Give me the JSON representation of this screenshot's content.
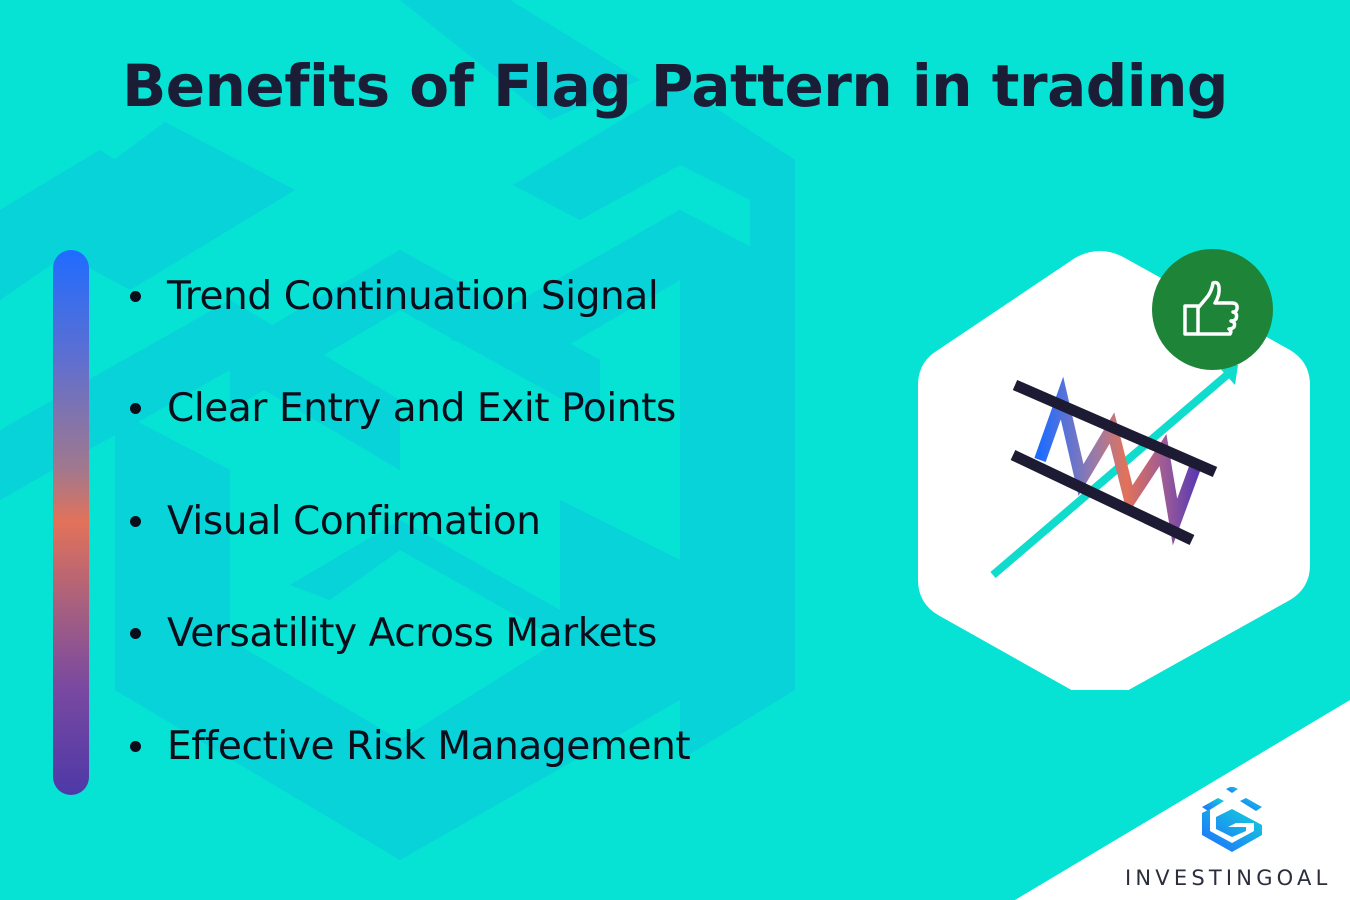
{
  "title": "Benefits of Flag Pattern in trading",
  "benefits": [
    {
      "label": "Trend Continuation Signal"
    },
    {
      "label": "Clear Entry and Exit Points"
    },
    {
      "label": "Visual Confirmation"
    },
    {
      "label": "Versatility Across Markets"
    },
    {
      "label": "Effective Risk Management"
    }
  ],
  "illustration": {
    "icons": [
      "flag-pattern-chart-icon",
      "uptrend-arrow-icon",
      "thumbs-up-icon"
    ]
  },
  "brand": {
    "name": "INVESTINGOAL",
    "logo_icon": "investingoal-logo-icon"
  },
  "colors": {
    "background": "#06e2d4",
    "watermark": "#07d3d9",
    "title_text": "#1b1c36",
    "body_text": "#0c0d1a",
    "badge_green": "#1e8437",
    "gradient_top": "#1f6cff",
    "gradient_mid": "#e2725a",
    "gradient_bottom": "#4e38a8",
    "flag_lines": "#1d1b33",
    "arrow": "#10dccd"
  }
}
